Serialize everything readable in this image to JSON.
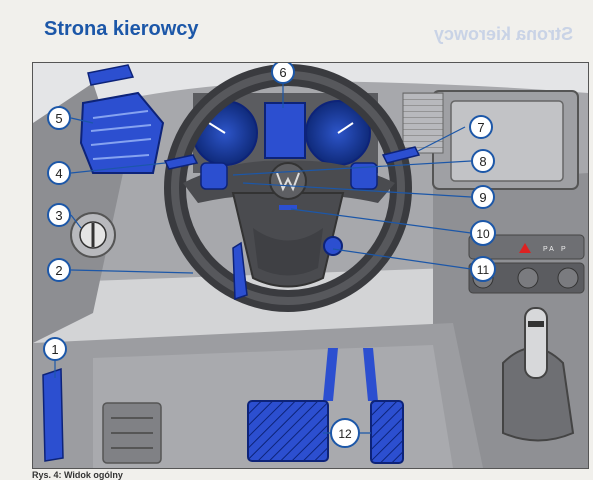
{
  "page": {
    "title": "Strona kierowcy",
    "ghost_text": "Strona kierowcy",
    "footer_text": "Rys. 4: Widok ogólny"
  },
  "callouts": [
    "1",
    "2",
    "3",
    "4",
    "5",
    "6",
    "7",
    "8",
    "9",
    "10",
    "11",
    "12"
  ],
  "dashboard": {
    "hazard_symbol": "▲",
    "button_pa": "P A",
    "button_p": "P"
  },
  "colors": {
    "accent": "#1c57a8",
    "highlight": "#2c4fd0",
    "callout_fill": "#ffffff"
  }
}
